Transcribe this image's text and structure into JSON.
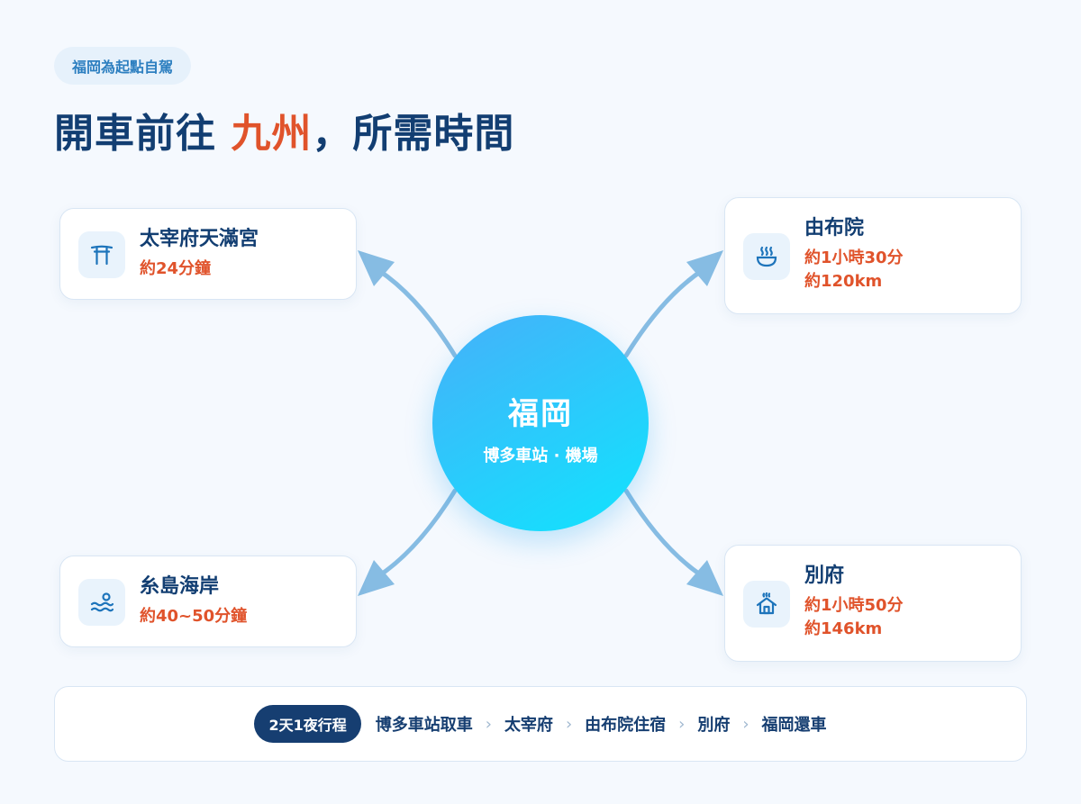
{
  "badge": "福岡為起點自駕",
  "title": {
    "prefix": "開車前往",
    "highlight": "九州",
    "suffix": "，所需時間"
  },
  "hub": {
    "name": "福岡",
    "subtitle": "博多車站 · 機場"
  },
  "destinations": {
    "dazaifu": {
      "name": "太宰府天滿宮",
      "time": "約24分鐘",
      "icon": "torii-gate-icon"
    },
    "yufuin": {
      "name": "由布院",
      "time": "約1小時30分",
      "distance": "約120km",
      "icon": "hot-spring-icon"
    },
    "itoshima": {
      "name": "糸島海岸",
      "time": "約40~50分鐘",
      "icon": "sea-waves-icon"
    },
    "beppu": {
      "name": "別府",
      "time": "約1小時50分",
      "distance": "約146km",
      "icon": "onsen-house-icon"
    }
  },
  "itinerary": {
    "tag": "2天1夜行程",
    "stops": [
      "博多車站取車",
      "太宰府",
      "由布院住宿",
      "別府",
      "福岡還車"
    ],
    "separator": "›"
  },
  "colors": {
    "navy": "#123e72",
    "accent_orange": "#e0532b",
    "badge_blue": "#2d7fc0",
    "arrow_blue": "#86bce3",
    "hub_gradient_start": "#46b0f9",
    "hub_gradient_end": "#10e4fe",
    "background": "#f5f9fe"
  }
}
